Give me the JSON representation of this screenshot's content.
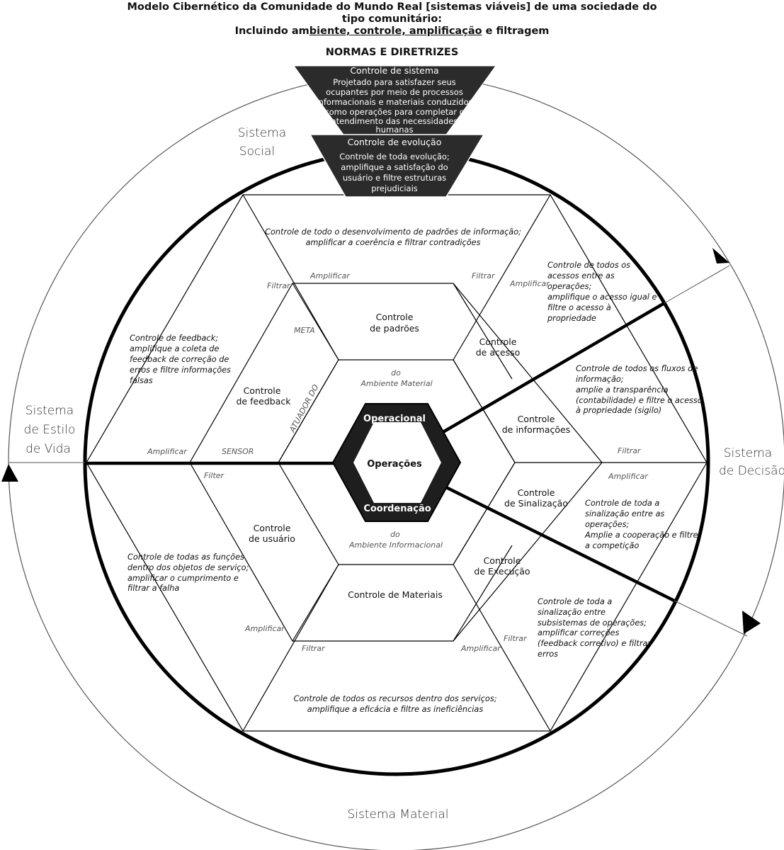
{
  "title": {
    "line1": "Modelo Cibernético da Comunidade do Mundo Real [sistemas viáveis] de uma sociedade do",
    "line2": "tipo comunitário:",
    "line3_prefix": "Incluindo am",
    "line3_underlined": "biente, controle, amplificação",
    "line3_suffix": " e filtragem"
  },
  "subtitle": "NORMAS E DIRETRIZES",
  "systems": {
    "social_1": "Sistema",
    "social_2": "Social",
    "lifestyle_1": "Sistema",
    "lifestyle_2": "de Estilo",
    "lifestyle_3": "de Vida",
    "decision_1": "Sistema",
    "decision_2": "de Decisão",
    "material": "Sistema Material"
  },
  "top_boxes": {
    "system_title": "Controle de sistema",
    "system_body": [
      "Projetado para satisfazer seus",
      "ocupantes por meio de processos",
      "informacionais e materiais conduzidos",
      "como operações para completar o",
      "atendimento das necessidades",
      "humanas"
    ],
    "evolution_title": "Controle de evolução",
    "evolution_body": [
      "Controle de toda evolução;",
      "amplifique a satisfação do",
      "usuário e filtre estruturas",
      "prejudiciais"
    ]
  },
  "outer_segments": {
    "top": [
      "Controle de todo o desenvolvimento de padrões de informação;",
      "amplificar a coerência e filtrar contradições"
    ],
    "upper_right": [
      "Controle de todos os",
      "acessos entre as",
      "operações;",
      "amplifique o acesso igual e",
      "filtre o acesso à",
      "propriedade"
    ],
    "right_upper": [
      "Controle de todos os fluxos de",
      "informação;",
      "amplie a transparência",
      "(contabilidade) e filtre o acesso",
      "à propriedade (sigilo)"
    ],
    "right_lower": [
      "Controle de toda a",
      "sinalização entre as",
      "operações;",
      "Amplie a cooperação e filtre",
      "a competição"
    ],
    "lower_right": [
      "Controle de toda a",
      "sinalização entre",
      "subsistemas de operações;",
      "amplificar correções",
      "(feedback corretivo) e filtrar",
      "erros"
    ],
    "bottom": [
      "Controle de todos os recursos dentro dos serviços;",
      "amplifique a eficácia e filtre as ineficiências"
    ],
    "lower_left": [
      "Controle de todas as funções",
      "dentro dos objetos de serviço;",
      "amplificar o cumprimento e",
      "filtrar a falha"
    ],
    "upper_left": [
      "Controle de feedback;",
      "amplifique a coleta de",
      "feedback de correção de",
      "erros e filtre informações",
      "falsas"
    ]
  },
  "controls": {
    "padroes": [
      "Controle",
      "de padrões"
    ],
    "acesso": [
      "Controle",
      "de acesso"
    ],
    "informacoes": [
      "Controle",
      "de informações"
    ],
    "sinalizacao": [
      "Controle",
      "de Sinalização"
    ],
    "execucao": [
      "Controle",
      "de Execução"
    ],
    "materiais": [
      "Controle de Materiais"
    ],
    "usuario": [
      "Controle",
      "de usuário"
    ],
    "feedback": [
      "Controle",
      "de feedback"
    ]
  },
  "small_labels": {
    "amplificar": "Amplificar",
    "filtrar": "Filtrar",
    "filter": "Filter",
    "meta": "META",
    "sensor": "SENSOR",
    "atuador": "ATUADOR DO",
    "ambiente_material_1": "do",
    "ambiente_material_2": "Ambiente Material",
    "ambiente_informacional_1": "do",
    "ambiente_informacional_2": "Ambiente Informacional"
  },
  "center": {
    "operacional": "Operacional",
    "operacoes": "Operações",
    "coordenacao": "Coordenação"
  },
  "colors": {
    "dark_fill": "#2b2b2b",
    "hexagon_fill": "#1e1e1e",
    "line": "#000000",
    "thin_line": "#555555"
  }
}
